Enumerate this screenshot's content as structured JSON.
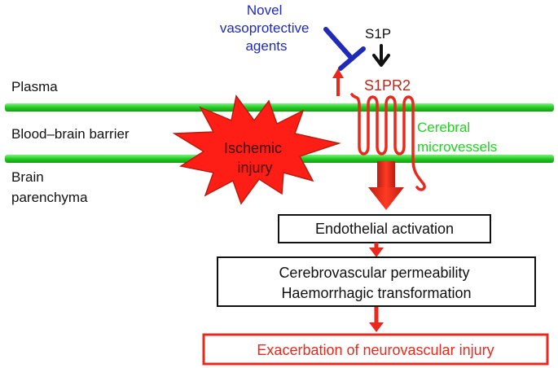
{
  "labels": {
    "novel_agents": [
      "Novel",
      "vasoprotective",
      "agents"
    ],
    "s1p": "S1P",
    "s1pr2": "S1PR2",
    "plasma": "Plasma",
    "bbb": "Blood–brain barrier",
    "brain": [
      "Brain",
      "parenchyma"
    ],
    "ischemic": [
      "Ischemic",
      "injury"
    ],
    "cerebral": [
      "Cerebral",
      "microvessels"
    ]
  },
  "boxes": {
    "endothelial": [
      "Endothelial activation"
    ],
    "permeability": [
      "Cerebrovascular permeability",
      "Haemorrhagic  transformation"
    ],
    "exacerbation": [
      "Exacerbation of neurovascular injury"
    ]
  },
  "colors": {
    "blue": "#1f2bb8",
    "red": "#e8291c",
    "dark_red": "#c2231a",
    "green": "#22cc22",
    "green_text": "#1ed41e",
    "black": "#111111"
  }
}
